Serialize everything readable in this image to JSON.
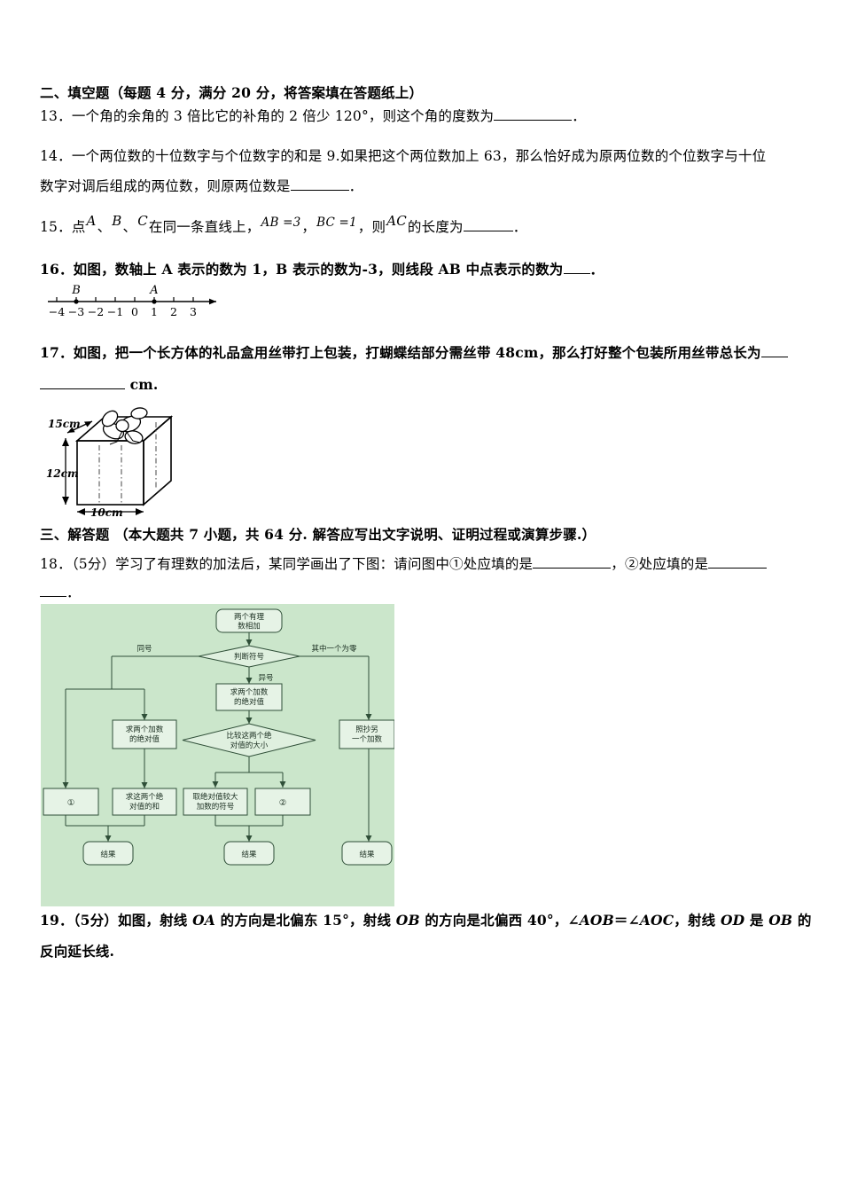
{
  "document": {
    "section2": {
      "heading": "二、填空题（每题 4 分，满分 20 分，将答案填在答题纸上）"
    },
    "section3": {
      "heading": "三、解答题 （本大题共 7 小题，共 64 分. 解答应写出文字说明、证明过程或演算步骤.）"
    },
    "q13": {
      "number": "13．",
      "text": "一个角的余角的 3 倍比它的补角的 2 倍少 120°，则这个角的度数为",
      "tail": "．"
    },
    "q14": {
      "number": "14．",
      "line1": "一个两位数的十位数字与个位数字的和是 9.如果把这个两位数加上 63，那么恰好成为原两位数的个位数字与十位",
      "line2": "数字对调后组成的两位数，则原两位数是",
      "tail": "．"
    },
    "q15": {
      "number": "15．",
      "pre": "点",
      "var_a": "A",
      "sep1": "、",
      "var_b": "B",
      "sep2": "、",
      "var_c": "C",
      "mid": "在同一条直线上，",
      "ab": "AB =3",
      "comma1": "，",
      "bc": "BC =1",
      "comma2": "，则",
      "ac": "AC",
      "post": "的长度为",
      "tail": "．"
    },
    "q16": {
      "number": "16．",
      "text": "如图，数轴上 A 表示的数为 1，B 表示的数为‐3，则线段 AB 中点表示的数为",
      "tail": "．",
      "figure": {
        "ticks": [
          "-4",
          "-3",
          "-2",
          "-1",
          "0",
          "1",
          "2",
          "3"
        ],
        "point_labels": [
          "B",
          "A"
        ],
        "point_b_value": "-3",
        "point_a_value": "1"
      }
    },
    "q17": {
      "number": "17．",
      "line1": "如图，把一个长方体的礼品盒用丝带打上包装，打蝴蝶结部分需丝带 48cm，那么打好整个包装所用丝带总长为",
      "line2_tail": "cm.",
      "figure": {
        "label_depth": "15cm",
        "label_height": "12cm",
        "label_width": "10cm"
      }
    },
    "q18": {
      "number": "18．",
      "line1_a": "（5分）学习了有理数的加法后，某同学画出了下图：请问图中①处应填的是",
      "line1_b": "，②处应填的是",
      "line2_tail": "．",
      "flowchart": {
        "background_color": "#cbe6cb",
        "nodes": {
          "start": "两个有理数相加",
          "decide_sign": "判断符号",
          "branch_same": "同号",
          "branch_diff": "异号",
          "branch_zero": "其中一个为零",
          "abs_two_addends_left": "求两个加数的绝对值",
          "abs_two_addends_mid": "求两个加数的绝对值",
          "compare_abs": "比较这两个绝对值的大小",
          "copy_other": "照抄另一个加数",
          "blank1": "①",
          "sum_abs": "求这两个绝对值的和",
          "take_sign": "取绝对值较大加数的符号",
          "blank2": "②",
          "result1": "结果",
          "result2": "结果",
          "result3": "结果"
        }
      }
    },
    "q19": {
      "number": "19．",
      "line1_a": "（5分）如图，射线 ",
      "oa": "OA",
      "line1_b": " 的方向是北偏东 15°，射线 ",
      "ob": "OB",
      "line1_c": " 的方向是北偏西 40°，∠",
      "aob": "AOB",
      "line1_d": "＝∠",
      "aoc": "AOC",
      "line1_e": "，射线 ",
      "od": "OD",
      "line1_f": " 是 ",
      "ob2": "OB",
      "line1_g": " 的",
      "line2": "反向延长线."
    }
  }
}
